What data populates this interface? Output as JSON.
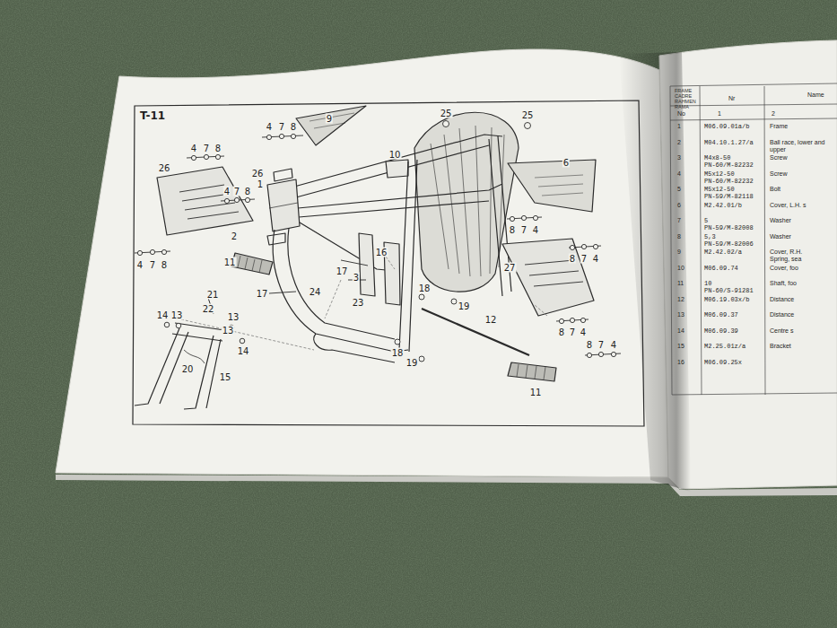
{
  "diagram": {
    "title": "T-11",
    "labels": [
      "4",
      "7",
      "8",
      "9",
      "25",
      "25",
      "10",
      "6",
      "4",
      "7",
      "8",
      "26",
      "26",
      "1",
      "4",
      "7",
      "8",
      "2",
      "4",
      "7",
      "8",
      "11",
      "16",
      "17",
      "3",
      "17",
      "24",
      "23",
      "18",
      "19",
      "8",
      "7",
      "4",
      "27",
      "8",
      "7",
      "4",
      "12",
      "8",
      "7",
      "4",
      "8",
      "7",
      "4",
      "21",
      "14",
      "13",
      "22",
      "13",
      "13",
      "14",
      "20",
      "15",
      "18",
      "19",
      "11",
      "FRAME",
      "CADRE",
      "RAHMEN",
      "RAMA",
      "Nr",
      "Name",
      "No",
      "1",
      "2",
      "1",
      "M06.09.01a/b",
      "Frame",
      "2",
      "M04.10.1.27/a",
      "Ball race, lower and",
      "upper",
      "3",
      "M4x8-50",
      "PN-60/M-82232",
      "Screw",
      "4",
      "M5x12-50",
      "PN-60/M-82232",
      "Screw",
      "5",
      "M5x12-50",
      "PN-59/M-82118",
      "Bolt",
      "6",
      "M2.42.01/b",
      "Cover, L.H. s",
      "7",
      "5",
      "PN-59/M-82008",
      "Washer",
      "8",
      "5,3",
      "PN-59/M-82006",
      "Washer",
      "9",
      "M2.42.02/a",
      "Cover, R.H.",
      "Spring, sea",
      "10",
      "M06.09.74",
      "Cover, foo",
      "11",
      "10",
      "PN-60/S-91281",
      "Shaft, foo",
      "12",
      "M06.19.03x/b",
      "Distance",
      "13",
      "M06.09.37",
      "Distance",
      "14",
      "M06.09.39",
      "Centre s",
      "15",
      "M2.25.01z/a",
      "Bracket",
      "16",
      "M06.09.25x"
    ]
  }
}
